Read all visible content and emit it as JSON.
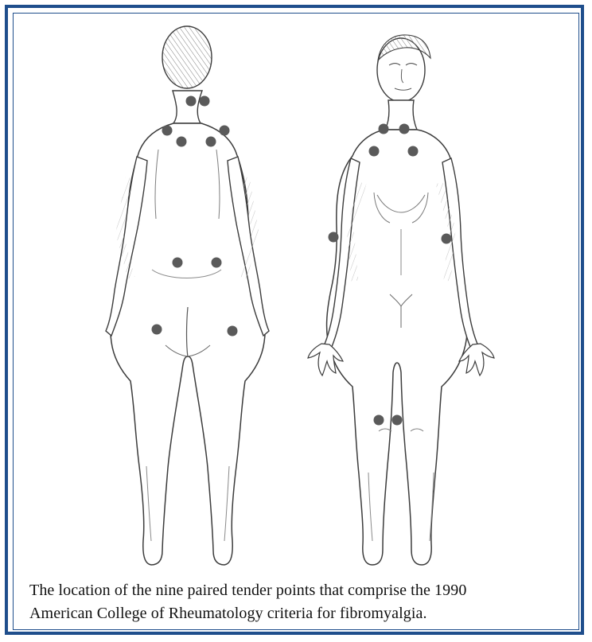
{
  "caption": {
    "line_1": "The location of the nine paired tender points that comprise the 1990",
    "line_2": "American College of Rheumatology criteria for fibromyalgia."
  },
  "style": {
    "frame_color": "#1f4e8c",
    "tender_point_color": "#5a5a5a",
    "outline_color": "#3c3c3c"
  },
  "tender_points": {
    "pair_count": 9,
    "pairs": [
      "occiput",
      "low-cervical",
      "trapezius",
      "supraspinatus",
      "second-rib",
      "lateral-epicondyle",
      "gluteal",
      "greater-trochanter",
      "knee"
    ]
  }
}
